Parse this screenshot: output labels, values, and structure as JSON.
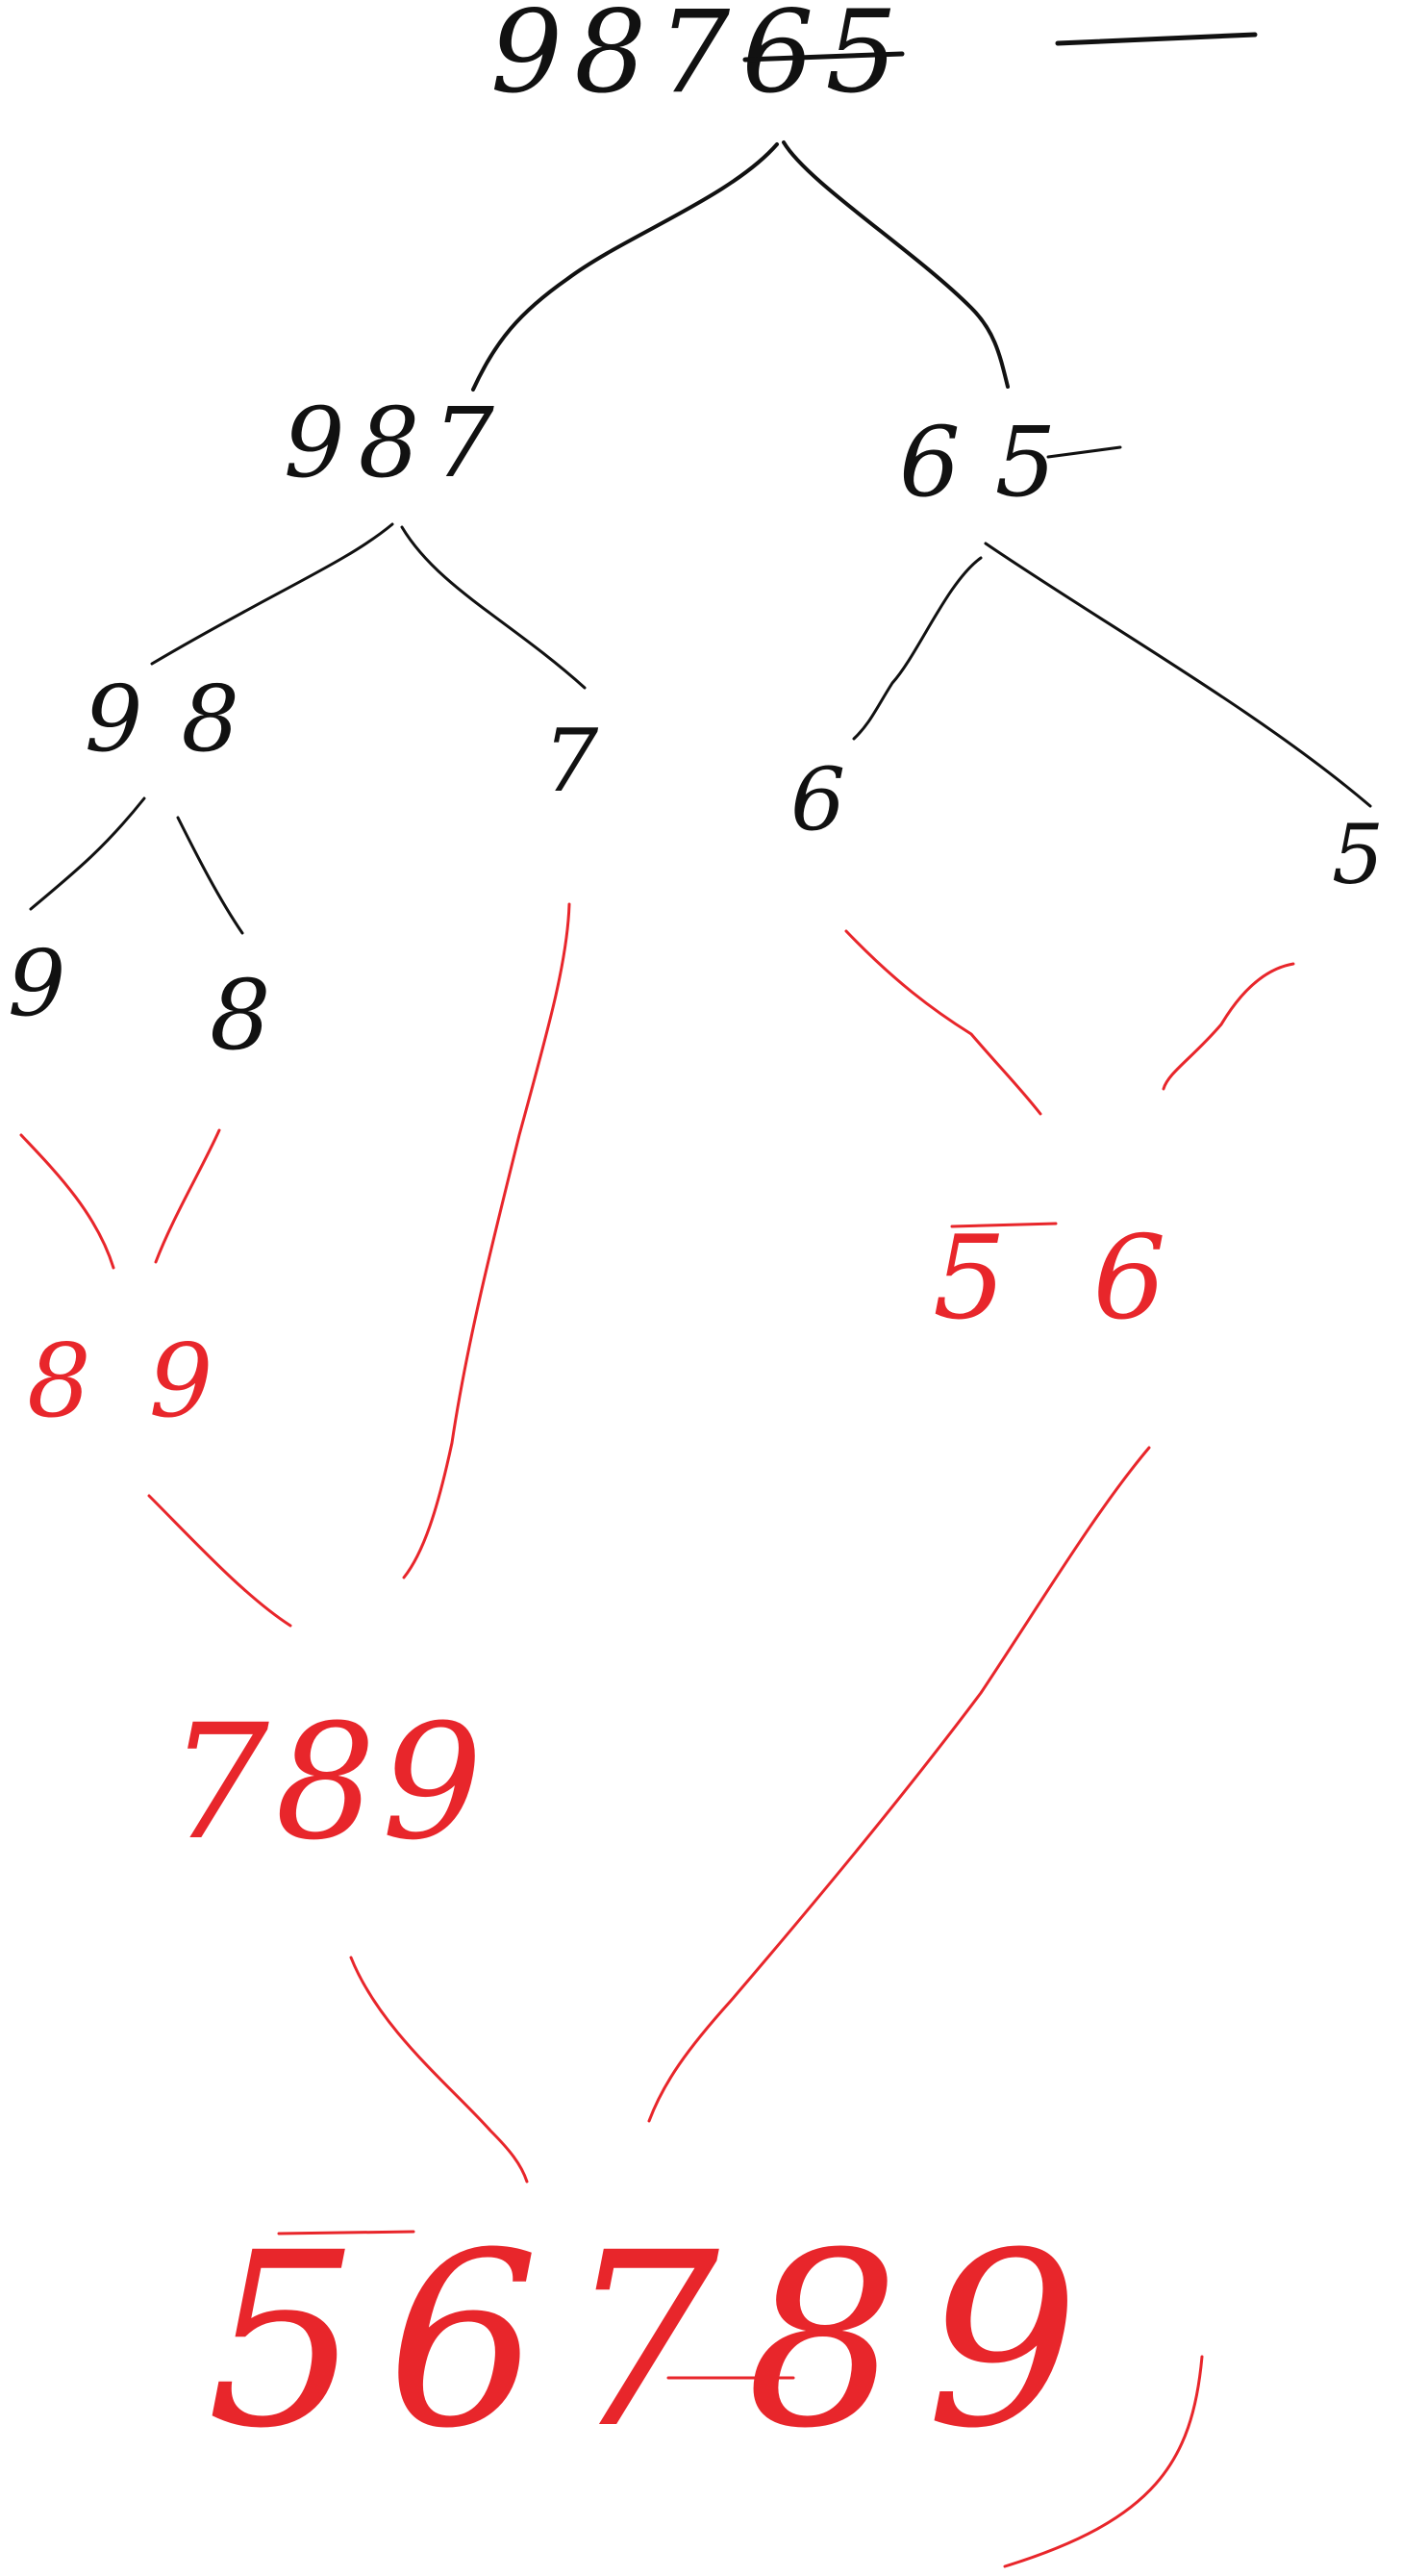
{
  "colors": {
    "split_ink": "#111111",
    "merge_ink": "#e8262b",
    "background": "#ffffff"
  },
  "split_phase": {
    "root": "98765",
    "level1": {
      "left": "987",
      "right": "65"
    },
    "level2": {
      "a": "98",
      "b": "7",
      "c": "6",
      "d": "5"
    },
    "level3": {
      "a": "9",
      "b": "8"
    }
  },
  "merge_phase": {
    "pair_89": "89",
    "pair_56": "56",
    "triple_789": "789",
    "final": "56789"
  }
}
